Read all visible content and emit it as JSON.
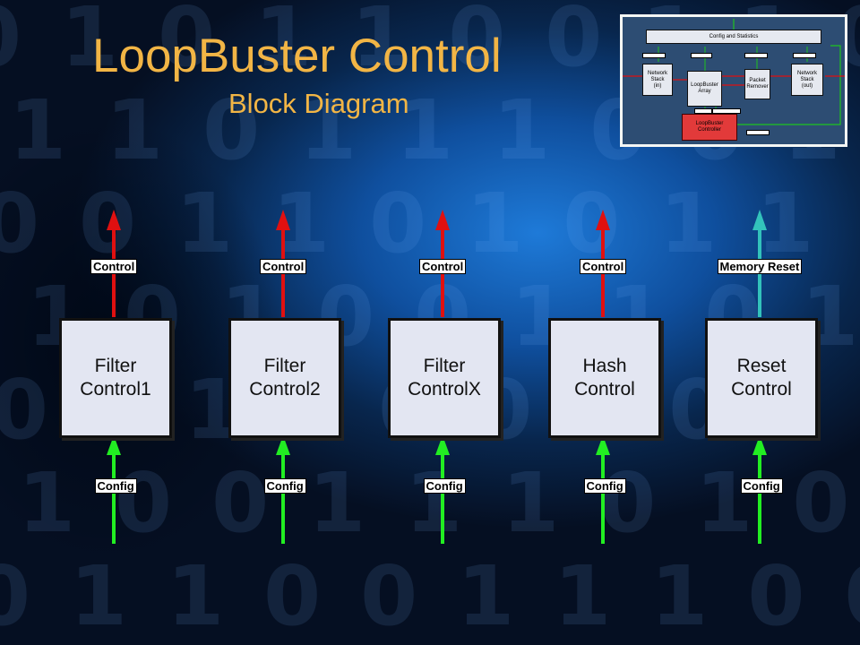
{
  "title": "LoopBuster Control",
  "subtitle": "Block Diagram",
  "colors": {
    "title": "#f2b545",
    "control_arrow": "#e01010",
    "reset_arrow": "#33c2bb",
    "config_arrow": "#22ee22",
    "block_fill": "#e3e6f2",
    "thumb_controller": "#e23a3a"
  },
  "blocks": [
    {
      "line1": "Filter",
      "line2": "Control1",
      "out_label": "Control",
      "in_label": "Config"
    },
    {
      "line1": "Filter",
      "line2": "Control2",
      "out_label": "Control",
      "in_label": "Config"
    },
    {
      "line1": "Filter",
      "line2": "ControlX",
      "out_label": "Control",
      "in_label": "Config"
    },
    {
      "line1": "Hash",
      "line2": "Control",
      "out_label": "Control",
      "in_label": "Config"
    },
    {
      "line1": "Reset",
      "line2": "Control",
      "out_label": "Memory Reset",
      "in_label": "Config"
    }
  ],
  "thumbnail": {
    "config_stats": "Config and Statistics",
    "net_in": [
      "Network",
      "Stack",
      "(in)"
    ],
    "array": [
      "LoopBuster",
      "Array"
    ],
    "remover": [
      "Packet",
      "Remover"
    ],
    "net_out": [
      "Network",
      "Stack",
      "(out)"
    ],
    "controller": [
      "LoopBuster",
      "Controller"
    ]
  }
}
